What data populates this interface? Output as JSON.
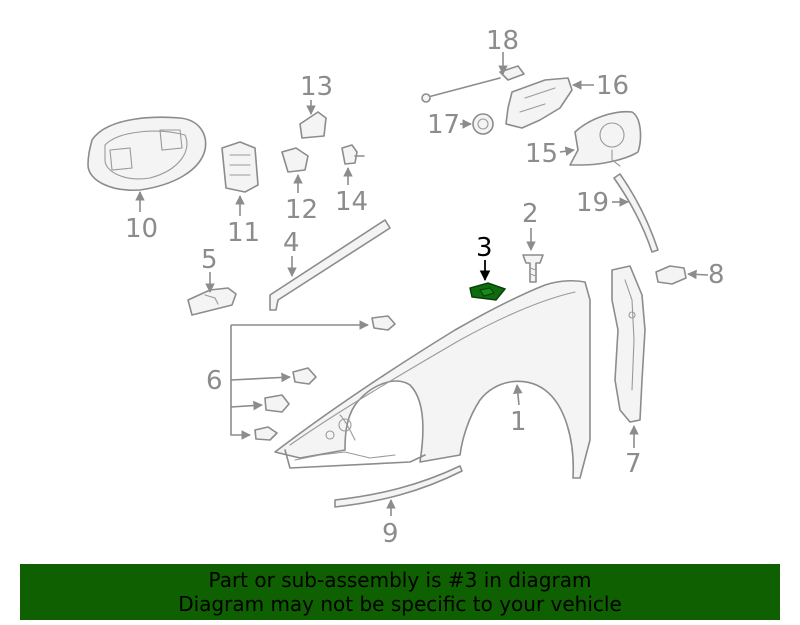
{
  "diagram": {
    "callouts": [
      {
        "id": "1",
        "label": "1",
        "active": false
      },
      {
        "id": "2",
        "label": "2",
        "active": false
      },
      {
        "id": "3",
        "label": "3",
        "active": true
      },
      {
        "id": "4",
        "label": "4",
        "active": false
      },
      {
        "id": "5",
        "label": "5",
        "active": false
      },
      {
        "id": "6",
        "label": "6",
        "active": false
      },
      {
        "id": "7",
        "label": "7",
        "active": false
      },
      {
        "id": "8",
        "label": "8",
        "active": false
      },
      {
        "id": "9",
        "label": "9",
        "active": false
      },
      {
        "id": "10",
        "label": "10",
        "active": false
      },
      {
        "id": "11",
        "label": "11",
        "active": false
      },
      {
        "id": "12",
        "label": "12",
        "active": false
      },
      {
        "id": "13",
        "label": "13",
        "active": false
      },
      {
        "id": "14",
        "label": "14",
        "active": false
      },
      {
        "id": "15",
        "label": "15",
        "active": false
      },
      {
        "id": "16",
        "label": "16",
        "active": false
      },
      {
        "id": "17",
        "label": "17",
        "active": false
      },
      {
        "id": "18",
        "label": "18",
        "active": false
      },
      {
        "id": "19",
        "label": "19",
        "active": false
      }
    ],
    "highlight_color": "#0e6b0e",
    "line_color": "#8c8c8c"
  },
  "banner": {
    "line1": "Part or sub-assembly is #3 in diagram",
    "line2": "Diagram may not be specific to your vehicle",
    "background": "#0e6000"
  }
}
